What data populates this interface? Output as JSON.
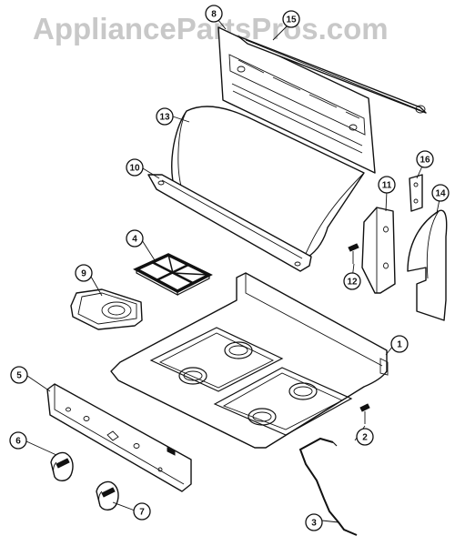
{
  "watermark": "AppliancePartsPros.com",
  "callouts": {
    "c1": "1",
    "c2": "2",
    "c3": "3",
    "c4": "4",
    "c5": "5",
    "c6": "6",
    "c7": "7",
    "c8": "8",
    "c9": "9",
    "c10": "10",
    "c11": "11",
    "c12": "12",
    "c13": "13",
    "c14": "14",
    "c15": "15",
    "c16": "16"
  }
}
